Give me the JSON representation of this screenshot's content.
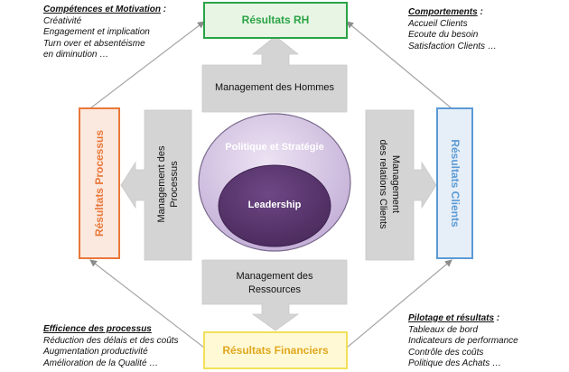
{
  "colors": {
    "rh": "#2aa345",
    "processus": "#e8783a",
    "clients": "#5b9bd5",
    "financiers": "#f2e05a",
    "circle_outer": "#c9b6da",
    "circle_inner": "#5e3972",
    "arrow_fill": "#d4d4d4",
    "connector": "#a6a6a6"
  },
  "boxes": {
    "rh": "Résultats RH",
    "processus": "Résultats Processus",
    "clients": "Résultats Clients",
    "financiers": "Résultats Financiers"
  },
  "center": {
    "outer": "Politique et Stratégie",
    "inner": "Leadership"
  },
  "arrows": {
    "top": "Management des Hommes",
    "left_line1": "Management des",
    "left_line2": "Processus",
    "right_line1": "Management",
    "right_line2": "des   relations  Clients",
    "bottom_line1": "Management des",
    "bottom_line2": "Ressources"
  },
  "corners": {
    "top_left": {
      "title": "Compétences et Motivation",
      "suffix": " :",
      "lines": [
        "Créativité",
        "Engagement et implication",
        "Turn over et absentéisme",
        "en diminution …"
      ]
    },
    "top_right": {
      "title": "Comportements",
      "suffix": " :",
      "lines": [
        "Accueil Clients",
        "Ecoute du besoin",
        "Satisfaction Clients …"
      ]
    },
    "bottom_left": {
      "title": "Efficience des processus",
      "suffix": "",
      "lines": [
        "Réduction des délais et des coûts",
        "Augmentation productivité",
        "Amélioration de la Qualité …"
      ]
    },
    "bottom_right": {
      "title": "Pilotage et résultats",
      "suffix": " :",
      "lines": [
        "Tableaux de bord",
        "Indicateurs de performance",
        "Contrôle des coûts",
        "Politique des Achats …"
      ]
    }
  }
}
